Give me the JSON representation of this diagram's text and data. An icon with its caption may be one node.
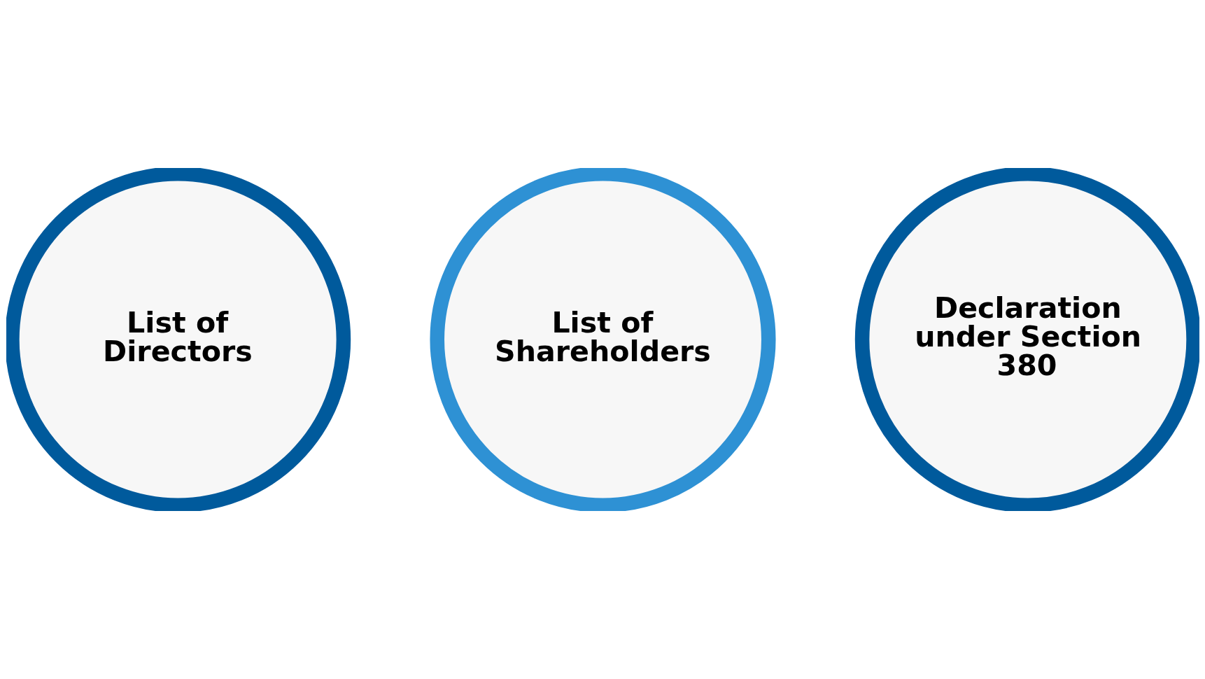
{
  "diagram": {
    "nodes": [
      {
        "text": [
          "List of Directors"
        ]
      },
      {
        "text": [
          "List of Shareholders"
        ]
      },
      {
        "text": [
          "Declaration under Section 380"
        ]
      }
    ]
  }
}
